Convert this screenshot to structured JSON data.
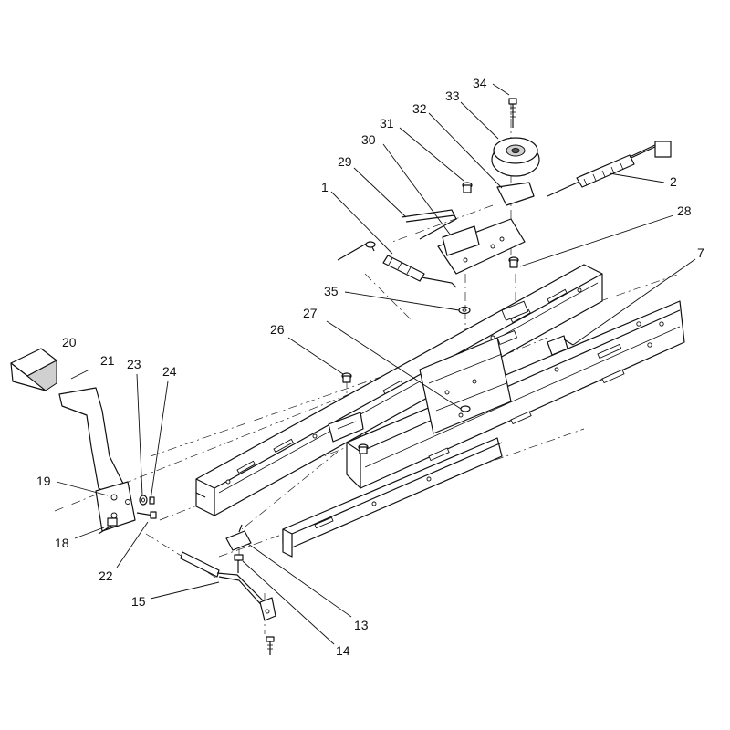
{
  "callouts": [
    {
      "id": "34",
      "label": "34"
    },
    {
      "id": "33",
      "label": "33"
    },
    {
      "id": "32",
      "label": "32"
    },
    {
      "id": "31",
      "label": "31"
    },
    {
      "id": "30",
      "label": "30"
    },
    {
      "id": "29",
      "label": "29"
    },
    {
      "id": "1",
      "label": "1"
    },
    {
      "id": "2",
      "label": "2"
    },
    {
      "id": "28",
      "label": "28"
    },
    {
      "id": "7",
      "label": "7"
    },
    {
      "id": "35",
      "label": "35"
    },
    {
      "id": "27",
      "label": "27"
    },
    {
      "id": "26",
      "label": "26"
    },
    {
      "id": "20",
      "label": "20"
    },
    {
      "id": "21",
      "label": "21"
    },
    {
      "id": "23",
      "label": "23"
    },
    {
      "id": "24",
      "label": "24"
    },
    {
      "id": "19",
      "label": "19"
    },
    {
      "id": "18",
      "label": "18"
    },
    {
      "id": "22",
      "label": "22"
    },
    {
      "id": "15",
      "label": "15"
    },
    {
      "id": "13",
      "label": "13"
    },
    {
      "id": "14",
      "label": "14"
    }
  ],
  "colors": {
    "line": "#111111",
    "background": "#ffffff"
  }
}
